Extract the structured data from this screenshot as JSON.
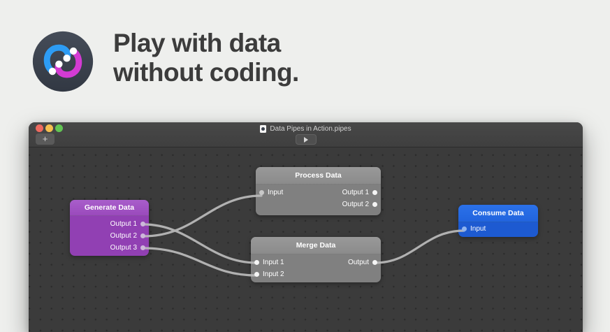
{
  "hero": {
    "heading_line1": "Play with data",
    "heading_line2": "without coding.",
    "icon_colors": {
      "circle": "#3a414d",
      "pipe_blue": "#2d9cf4",
      "pipe_magenta": "#d33bd3",
      "joint": "#ffffff"
    }
  },
  "window": {
    "title": "Data Pipes in Action.pipes",
    "toolbar": {
      "add_label": "+",
      "play_icon": "play"
    },
    "traffic_lights": {
      "close": "#ee6a5f",
      "minimize": "#f5bf4f",
      "zoom": "#62c554"
    }
  },
  "nodes": {
    "generate": {
      "title": "Generate Data",
      "color": "#9140b3",
      "inputs": [],
      "outputs": [
        "Output 1",
        "Output 2",
        "Output 3"
      ]
    },
    "process": {
      "title": "Process Data",
      "color": "#808080",
      "inputs": [
        "Input"
      ],
      "outputs": [
        "Output 1",
        "Output 2"
      ]
    },
    "merge": {
      "title": "Merge Data",
      "color": "#808080",
      "inputs": [
        "Input 1",
        "Input 2"
      ],
      "outputs": [
        "Output"
      ]
    },
    "consume": {
      "title": "Consume Data",
      "color": "#1d5ad1",
      "inputs": [
        "Input"
      ],
      "outputs": []
    }
  },
  "connections": [
    {
      "from": "Generate Data.Output 1",
      "to": "Merge Data.Input 1"
    },
    {
      "from": "Generate Data.Output 2",
      "to": "Process Data.Input"
    },
    {
      "from": "Generate Data.Output 3",
      "to": "Merge Data.Input 2"
    },
    {
      "from": "Merge Data.Output",
      "to": "Consume Data.Input"
    }
  ]
}
